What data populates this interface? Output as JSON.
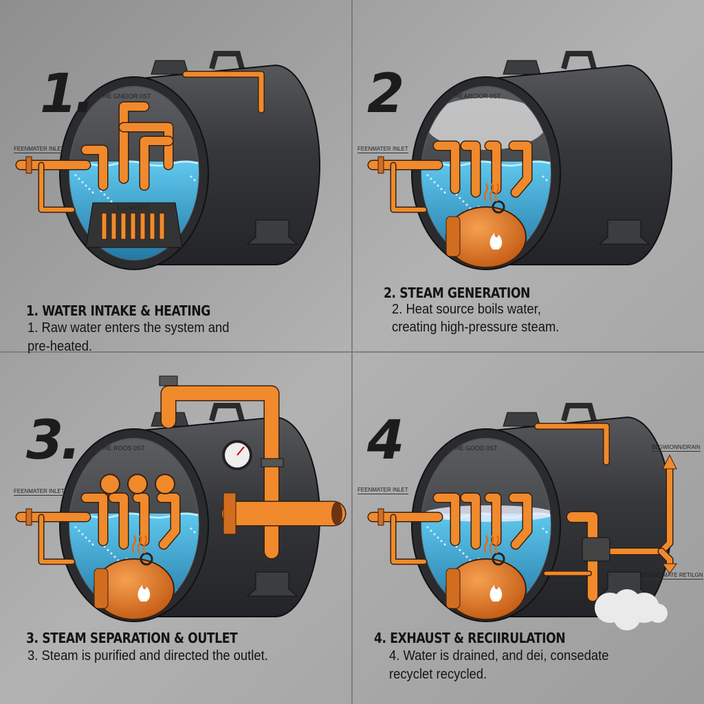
{
  "colors": {
    "pipe": "#f08a2c",
    "tank": "#3a3b3e",
    "water": "#2a9fd0",
    "background": "#9a9a9a",
    "text": "#141414"
  },
  "panels": [
    {
      "number": "1.",
      "title": "1. WATER INTAKE & HEATING",
      "desc_line1": "1. Raw water enters the system and",
      "desc_line2": "pre-heated.",
      "inlet_label": "FEENMATER INLET",
      "tank_label": "HE GNEIOR 0ST",
      "heater_label": "ELEMENTS",
      "icons": [
        "heating-element-icon"
      ]
    },
    {
      "number": "2",
      "title": "2. STEAM GENERATION",
      "desc_line1": "2. Heat source boils water,",
      "desc_line2": "creating high-pressure steam.",
      "inlet_label": "FEENMATER INLET",
      "tank_label": "HEARCIOR 0ST",
      "icons": [
        "burner-flame-icon"
      ]
    },
    {
      "number": "3.",
      "title": "3. STEAM SEPARATION & OUTLET",
      "desc_line1": "3. Steam is purified and directed the outlet.",
      "desc_line2": "",
      "inlet_label": "FEENMATER INLET",
      "tank_label": "HE ROOS 0ST",
      "icons": [
        "burner-flame-icon",
        "pressure-gauge-icon"
      ]
    },
    {
      "number": "4",
      "title": "4. EXHAUST & RECIIRULATION",
      "desc_line1": "4. Water is drained, and dei, consedate",
      "desc_line2": "recyclet recycled.",
      "inlet_label": "FEENMATER INLET",
      "tank_label": "HE GOOD 0ST",
      "blowdown_label": "BLGWIONN/DRAIN",
      "condensate_label": "CONOCIMATE RETILGN",
      "icons": [
        "burner-flame-icon",
        "steam-cloud-icon"
      ]
    }
  ]
}
